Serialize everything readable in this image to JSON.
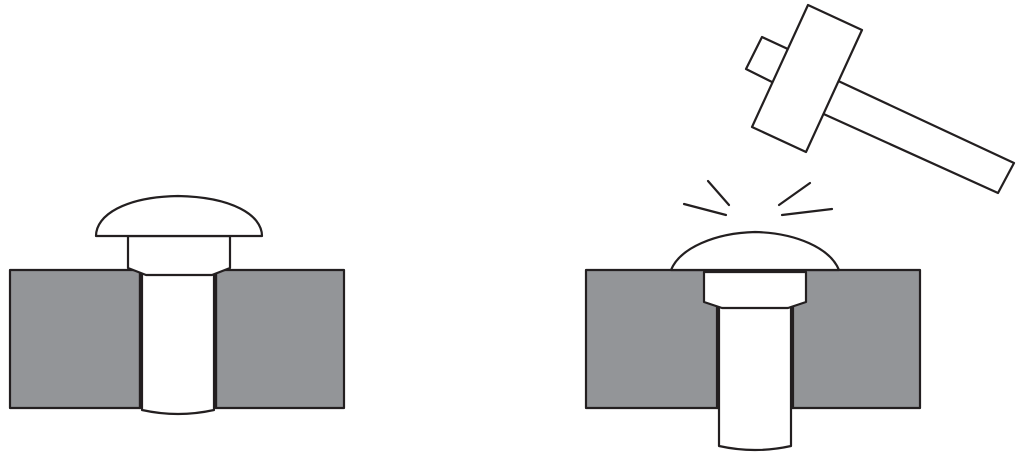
{
  "diagram": {
    "panels": [
      {
        "name": "before-hammering",
        "state": "rivet inserted"
      },
      {
        "name": "after-hammering",
        "state": "rivet head flattened"
      }
    ],
    "tool_icon": "hammer-icon",
    "impact_icon": "impact-lines-icon"
  },
  "colors": {
    "plate": "#939598",
    "outline": "#231f20",
    "background": "#ffffff",
    "rivet": "#ffffff"
  }
}
